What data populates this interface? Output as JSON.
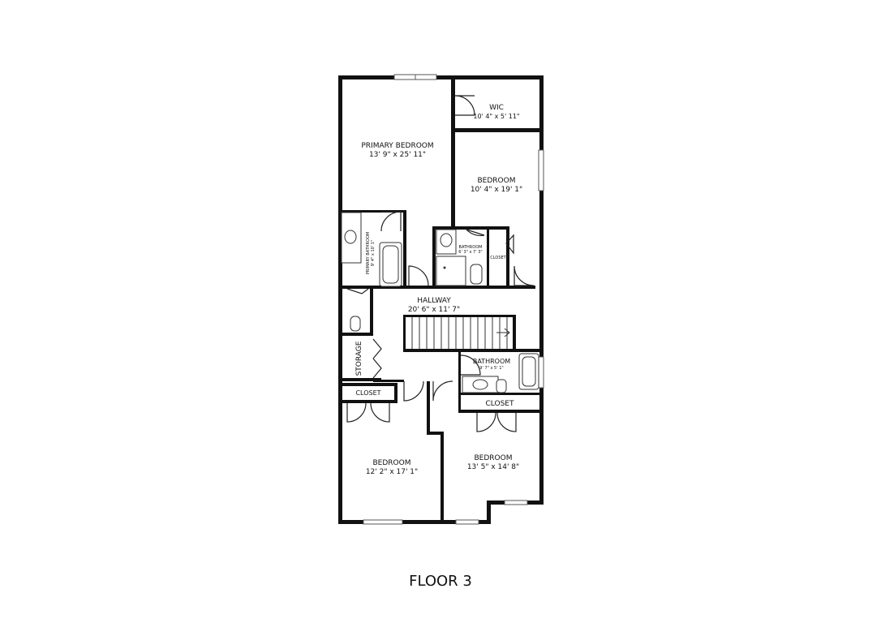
{
  "rooms": {
    "wic": {
      "name": "WIC",
      "dims": "10' 4\" x 5' 11\""
    },
    "primary_bedroom": {
      "name": "PRIMARY BEDROOM",
      "dims": "13' 9\" x 25' 11\""
    },
    "bedroom_ne": {
      "name": "BEDROOM",
      "dims": "10' 4\" x 19' 1\""
    },
    "primary_bathroom": {
      "name": "PRIMARY BATHROOM",
      "dims": "9' 4\" x 10' 1\""
    },
    "bathroom_center": {
      "name": "BATHROOM",
      "dims": "6' 3\" x 7' 3\""
    },
    "closet_small": {
      "name": "CLOSET"
    },
    "hallway": {
      "name": "HALLWAY",
      "dims": "20' 6\" x 11' 7\""
    },
    "storage": {
      "name": "STORAGE"
    },
    "bathroom_se": {
      "name": "BATHROOM",
      "dims": "9' 7\" x 5' 1\""
    },
    "closet_sw": {
      "name": "CLOSET"
    },
    "closet_se": {
      "name": "CLOSET"
    },
    "bedroom_sw": {
      "name": "BEDROOM",
      "dims": "12' 2\" x 17' 1\""
    },
    "bedroom_se": {
      "name": "BEDROOM",
      "dims": "13' 5\" x 14' 8\""
    }
  },
  "floor_label": "FLOOR 3"
}
